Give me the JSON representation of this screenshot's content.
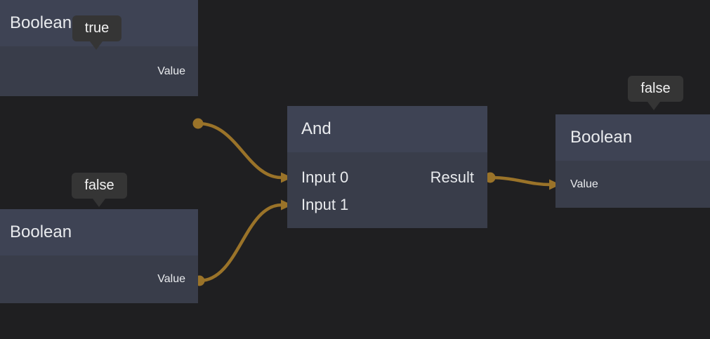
{
  "app": {
    "description": "Visual scripting node graph showing two Boolean constants wired into an And node whose Result feeds a Boolean output",
    "background_color": "#1f1f21",
    "node_header_color": "#3e4354",
    "node_body_color": "#393d4a",
    "wire_color": "#9a7329",
    "tooltip_color": "#353535",
    "text_color": "#e9ebee"
  },
  "nodes": {
    "bool_true": {
      "title": "Boolean",
      "tooltip": "true",
      "ports": [
        {
          "label": "Value",
          "direction": "output"
        }
      ]
    },
    "bool_false": {
      "title": "Boolean",
      "tooltip": "false",
      "ports": [
        {
          "label": "Value",
          "direction": "output"
        }
      ]
    },
    "and": {
      "title": "And",
      "ports": [
        {
          "label": "Input 0",
          "direction": "input"
        },
        {
          "label": "Input 1",
          "direction": "input"
        },
        {
          "label": "Result",
          "direction": "output"
        }
      ]
    },
    "bool_result": {
      "title": "Boolean",
      "tooltip": "false",
      "ports": [
        {
          "label": "Value",
          "direction": "input"
        }
      ]
    }
  },
  "edges": [
    {
      "from": "bool_true.Value",
      "to": "and.Input 0"
    },
    {
      "from": "bool_false.Value",
      "to": "and.Input 1"
    },
    {
      "from": "and.Result",
      "to": "bool_result.Value"
    }
  ]
}
